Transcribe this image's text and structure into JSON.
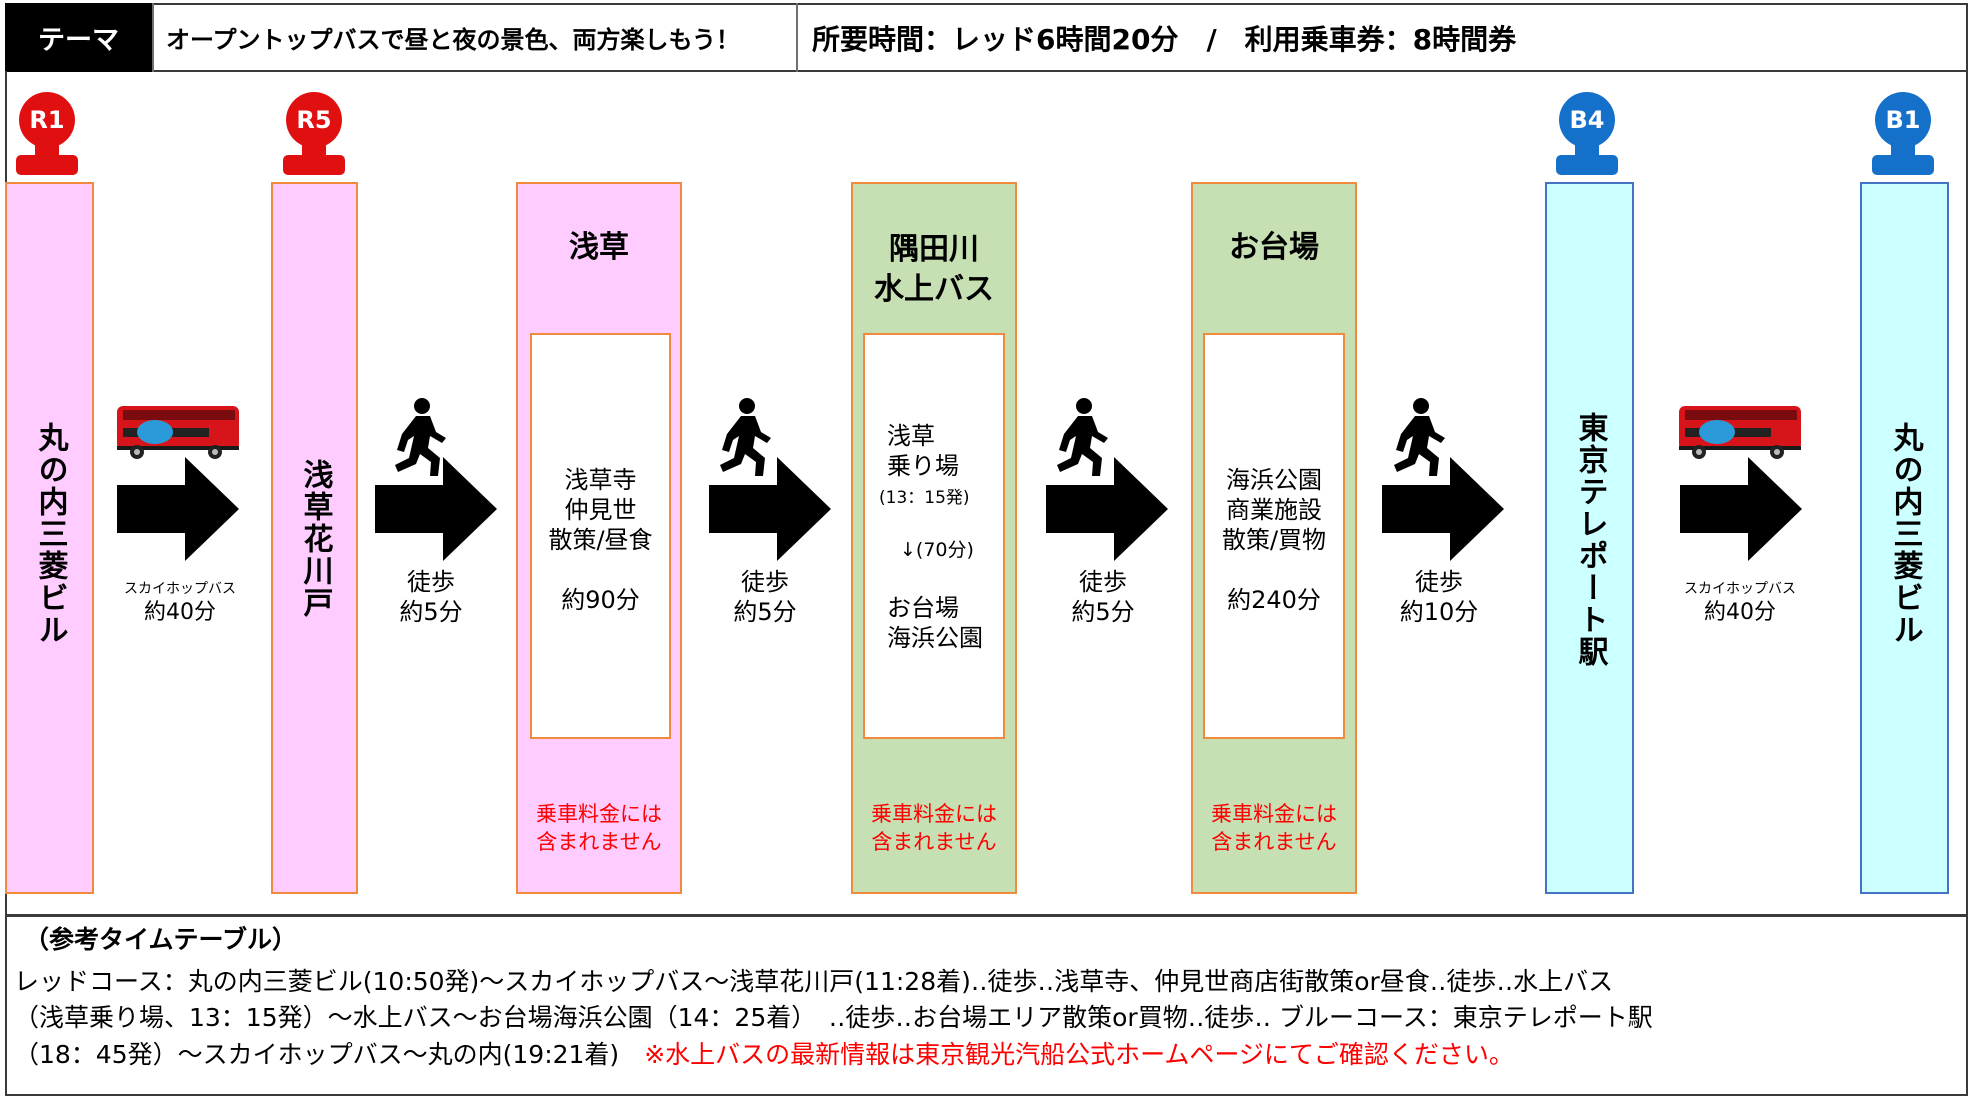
{
  "header": {
    "theme_label": "テーマ",
    "theme_text": "オープントップバスで昼と夜の景色、両方楽しもう！",
    "duration_text": "所要時間：レッド6時間20分　/　利用乗車券：8時間券"
  },
  "stops": [
    {
      "pin": "R1",
      "name": "丸の内三菱ビル",
      "color": "#e01010"
    },
    {
      "pin": "R5",
      "name": "浅草花川戸",
      "color": "#e01010"
    },
    {
      "pin": "B4",
      "name": "東京テレポート駅",
      "color": "#1570c9"
    },
    {
      "pin": "B1",
      "name": "丸の内三菱ビル",
      "color": "#1570c9"
    }
  ],
  "spots": [
    {
      "title": "浅草",
      "detail": "浅草寺\n仲見世\n散策/昼食\n\n約90分",
      "note": "乗車料金には\n含まれません"
    },
    {
      "title": "隅田川\n水上バス",
      "pier": "浅草\n乗り場",
      "pier_time": "(13：15発)",
      "ride": "↓(70分)",
      "dest": "お台場\n海浜公園",
      "note": "乗車料金には\n含まれません"
    },
    {
      "title": "お台場",
      "detail": "海浜公園\n商業施設\n散策/買物\n\n約240分",
      "note": "乗車料金には\n含まれません"
    }
  ],
  "connectors": [
    {
      "type": "bus",
      "label_small": "スカイホップバス",
      "label": "約40分"
    },
    {
      "type": "walk",
      "label": "徒歩\n約5分"
    },
    {
      "type": "walk",
      "label": "徒歩\n約5分"
    },
    {
      "type": "walk",
      "label": "徒歩\n約5分"
    },
    {
      "type": "walk",
      "label": "徒歩\n約10分"
    },
    {
      "type": "bus",
      "label_small": "スカイホップバス",
      "label": "約40分"
    }
  ],
  "footer": {
    "title": "（参考タイムテーブル）",
    "line1": "レッドコース：丸の内三菱ビル(10:50発)～スカイホップバス～浅草花川戸(11:28着)‥徒歩‥浅草寺、仲見世商店街散策or昼食‥徒歩‥水上バス",
    "line2": "（浅草乗り場、13：15発）～水上バス～お台場海浜公園（14：25着）　‥徒歩‥お台場エリア散策or買物‥徒歩‥  ブルーコース：東京テレポート駅",
    "line3": "（18：45発）～スカイホップバス～丸の内(19:21着)",
    "notice": "※水上バスの最新情報は東京観光汽船公式ホームページにてご確認ください。"
  },
  "colors": {
    "red_pin": "#e01010",
    "blue_pin": "#1570c9",
    "pink": "#ffccff",
    "green": "#c6e0b4",
    "cyan": "#ccffff",
    "note_red": "#ff0000"
  }
}
